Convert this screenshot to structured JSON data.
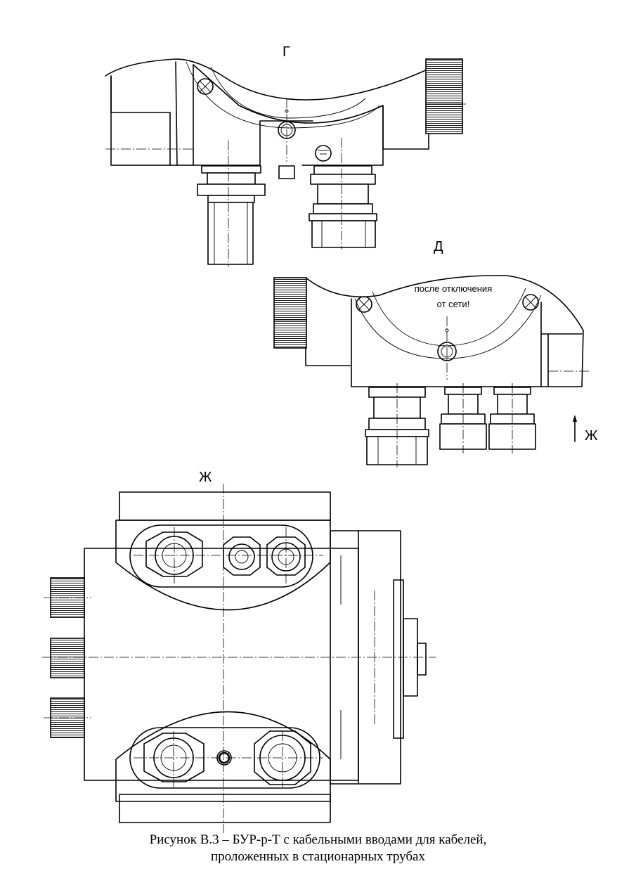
{
  "views": {
    "view_g_label": "Г",
    "view_d_label": "Д",
    "view_zh_label": "Ж",
    "arrow_zh_label": "Ж",
    "plate_line1": "после отключения",
    "plate_line2": "от сети!"
  },
  "caption": {
    "line1": "Рисунок В.3 – БУР-р-Т с кабельными вводами для кабелей,",
    "line2": "проложенных в стационарных трубах"
  }
}
